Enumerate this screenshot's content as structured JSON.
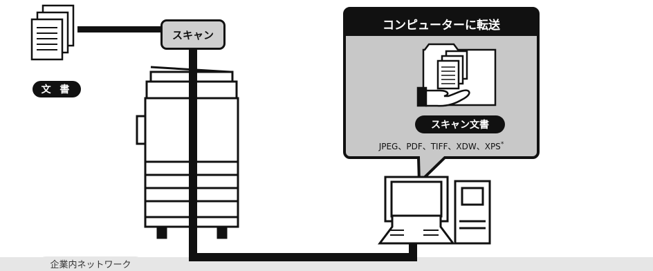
{
  "document": {
    "label": "文 書",
    "icon": "document-stack-icon"
  },
  "scanner": {
    "label": "スキャン",
    "icon": "multifunction-printer-icon"
  },
  "transfer": {
    "title": "コンピューターに転送",
    "scanned_label": "スキャン文書",
    "formats": "JPEG、PDF、TIFF、XDW、XPS",
    "formats_note": "*",
    "icon": "folder-documents-hand-icon"
  },
  "computer": {
    "icon": "desktop-computer-icon"
  },
  "network": {
    "label": "企業内ネットワーク"
  },
  "colors": {
    "line": "#111111",
    "panel": "#c8c8c8",
    "network_band": "#e6e6e6"
  }
}
